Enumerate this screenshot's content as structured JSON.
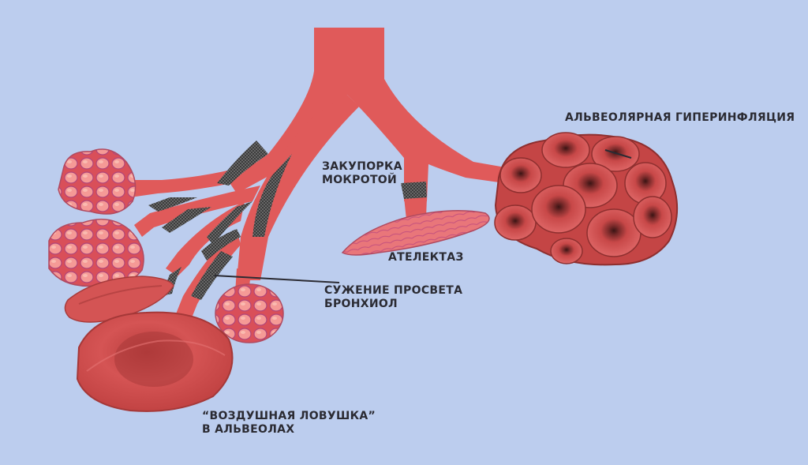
{
  "labels": {
    "hyperinflation": "АЛЬВЕОЛЯРНАЯ ГИПЕРИНФЛЯЦИЯ",
    "sputum_line1": "ЗАКУПОРКА",
    "sputum_line2": "МОКРОТОЙ",
    "atelectasis": "АТЕЛЕКТАЗ",
    "narrowing_line1": "СУЖЕНИЕ ПРОСВЕТА",
    "narrowing_line2": "БРОНХИОЛ",
    "air_trap_line1": "“ВОЗДУШНАЯ ЛОВУШКА”",
    "air_trap_line2": "В АЛЬВЕОЛАХ"
  },
  "colors": {
    "background": "#bccdee",
    "airway": "#e05a5a",
    "mucus": "#4a4a4a",
    "alveolus": "#e9727a",
    "text": "#2b2b33"
  }
}
